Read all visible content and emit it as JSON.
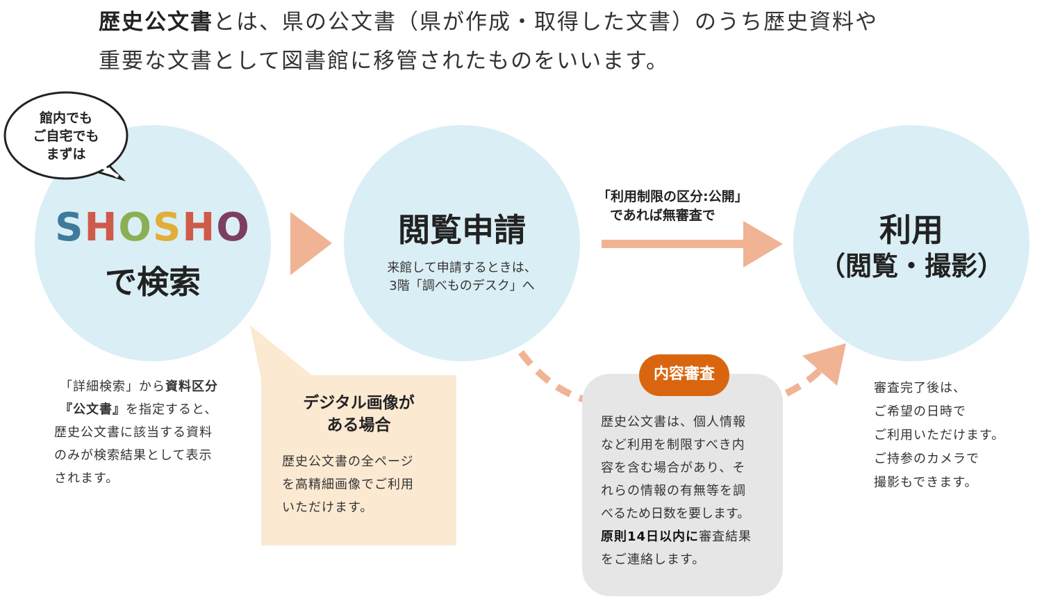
{
  "intro": {
    "bold": "歴史公文書",
    "line1": "とは、県の公文書（県が作成・取得した文書）のうち歴史資料や",
    "line2": "重要な文書として図書館に移管されたものをいいます。"
  },
  "bubble": {
    "lines": [
      "館内でも",
      "ご自宅でも",
      "まずは"
    ]
  },
  "step1": {
    "logo_letters": [
      "S",
      "H",
      "O",
      "S",
      "H",
      "O"
    ],
    "logo_colors": [
      "#3f7a9c",
      "#cf5a4a",
      "#8cae54",
      "#e2ad3b",
      "#cf5a4a",
      "#7d3f5f"
    ],
    "title": "で検索"
  },
  "step1_note": {
    "l1a": "「詳細検索」から",
    "l1b": "資料区分",
    "l2a": "『公文書』",
    "l2b": "を指定すると、",
    "l3": "歴史公文書に該当する資料",
    "l4": "のみが検索結果として表示",
    "l5": "されます。"
  },
  "digital": {
    "title1": "デジタル画像が",
    "title2": "ある場合",
    "body": [
      "歴史公文書の全ページ",
      "を高精細画像でご利用",
      "いただけます。"
    ]
  },
  "step2": {
    "title": "閲覧申請",
    "sub1": "来館して申請するときは、",
    "sub2": "3階「調べものデスク」へ"
  },
  "arrow_label": {
    "l1": "「利用制限の区分:公開」",
    "l2": "であれば無審査で"
  },
  "review": {
    "badge": "内容審査",
    "body": [
      "歴史公文書は、個人情報",
      "など利用を制限すべき内",
      "容を含む場合があり、そ",
      "れらの情報の有無等を調",
      "べるため日数を要します。"
    ],
    "bold": "原則14日以内に",
    "after": "審査結果",
    "last": "をご連絡します。"
  },
  "step3": {
    "title": "利用",
    "sub": "（閲覧・撮影）"
  },
  "step3_note": {
    "lines": [
      "審査完了後は、",
      "ご希望の日時で",
      "ご利用いただけます。",
      "ご持参のカメラで",
      "撮影もできます。"
    ]
  },
  "colors": {
    "circle": "#daeef5",
    "arrow": "#f0b394",
    "badge": "#d9660f",
    "beige": "#fbe9d2",
    "gray": "#e6e6e6"
  }
}
